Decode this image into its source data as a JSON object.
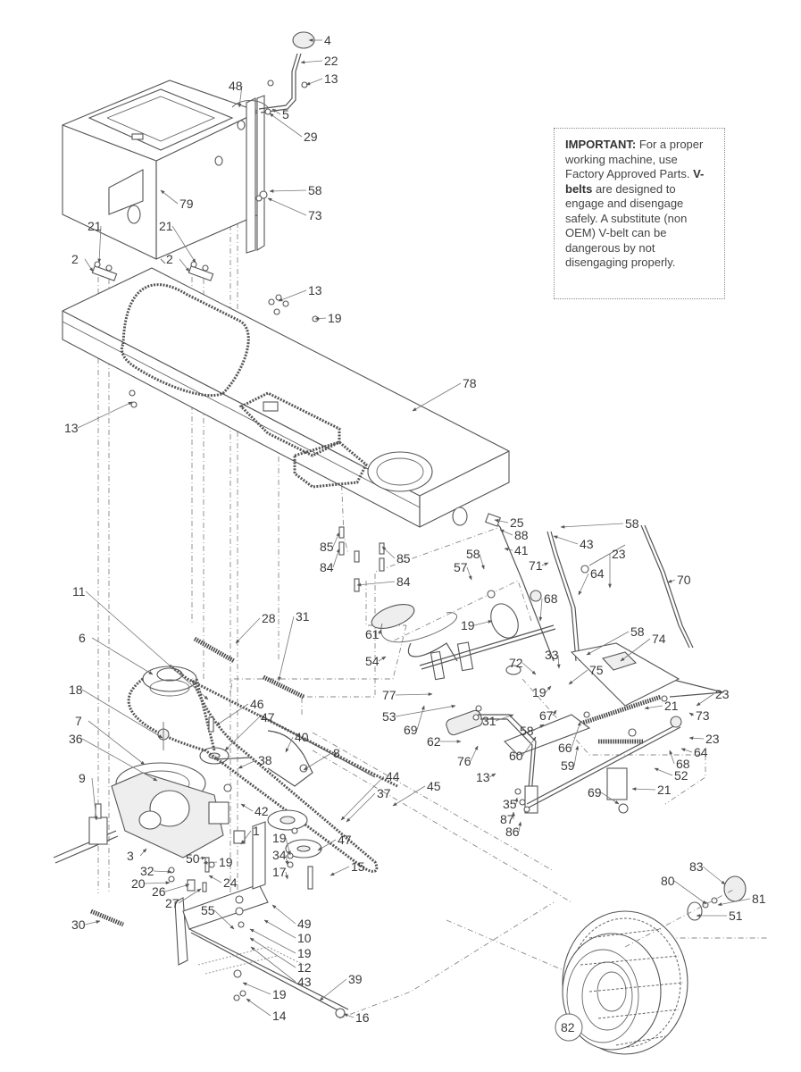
{
  "notice": {
    "heading": "IMPORTANT:",
    "text1": " For a proper working machine, use Factory Approved Parts. ",
    "bold2": "V-belts",
    "text2": " are designed to engage and disengage safely. A substitute (non OEM) V-belt can be dangerous by not disengaging properly."
  },
  "labels": [
    {
      "id": "4",
      "text": "4"
    },
    {
      "id": "22",
      "text": "22"
    },
    {
      "id": "13a",
      "text": "13"
    },
    {
      "id": "48",
      "text": "48"
    },
    {
      "id": "5",
      "text": "5"
    },
    {
      "id": "29",
      "text": "29"
    },
    {
      "id": "58a",
      "text": "58"
    },
    {
      "id": "73a",
      "text": "73"
    },
    {
      "id": "79",
      "text": "79"
    },
    {
      "id": "21a",
      "text": "21"
    },
    {
      "id": "21b",
      "text": "21"
    },
    {
      "id": "2a",
      "text": "2"
    },
    {
      "id": "2b",
      "text": "2"
    },
    {
      "id": "13b",
      "text": "13"
    },
    {
      "id": "19a",
      "text": "19"
    },
    {
      "id": "13c",
      "text": "13"
    },
    {
      "id": "78",
      "text": "78"
    },
    {
      "id": "85a",
      "text": "85"
    },
    {
      "id": "84a",
      "text": "84"
    },
    {
      "id": "85b",
      "text": "85"
    },
    {
      "id": "84b",
      "text": "84"
    },
    {
      "id": "25",
      "text": "25"
    },
    {
      "id": "88",
      "text": "88"
    },
    {
      "id": "41",
      "text": "41"
    },
    {
      "id": "58b",
      "text": "58"
    },
    {
      "id": "57",
      "text": "57"
    },
    {
      "id": "71",
      "text": "71"
    },
    {
      "id": "58c",
      "text": "58"
    },
    {
      "id": "43a",
      "text": "43"
    },
    {
      "id": "23a",
      "text": "23"
    },
    {
      "id": "64a",
      "text": "64"
    },
    {
      "id": "70",
      "text": "70"
    },
    {
      "id": "68a",
      "text": "68"
    },
    {
      "id": "19b",
      "text": "19"
    },
    {
      "id": "61",
      "text": "61"
    },
    {
      "id": "54",
      "text": "54"
    },
    {
      "id": "33",
      "text": "33"
    },
    {
      "id": "58d",
      "text": "58"
    },
    {
      "id": "74",
      "text": "74"
    },
    {
      "id": "72",
      "text": "72"
    },
    {
      "id": "75",
      "text": "75"
    },
    {
      "id": "77",
      "text": "77"
    },
    {
      "id": "53",
      "text": "53"
    },
    {
      "id": "19c",
      "text": "19"
    },
    {
      "id": "23b",
      "text": "23"
    },
    {
      "id": "73b",
      "text": "73"
    },
    {
      "id": "21c",
      "text": "21"
    },
    {
      "id": "23c",
      "text": "23"
    },
    {
      "id": "69a",
      "text": "69"
    },
    {
      "id": "67",
      "text": "67"
    },
    {
      "id": "31a",
      "text": "31"
    },
    {
      "id": "64b",
      "text": "64"
    },
    {
      "id": "68b",
      "text": "68"
    },
    {
      "id": "62",
      "text": "62"
    },
    {
      "id": "58e",
      "text": "58"
    },
    {
      "id": "66",
      "text": "66"
    },
    {
      "id": "52",
      "text": "52"
    },
    {
      "id": "76",
      "text": "76"
    },
    {
      "id": "60",
      "text": "60"
    },
    {
      "id": "59",
      "text": "59"
    },
    {
      "id": "21d",
      "text": "21"
    },
    {
      "id": "13d",
      "text": "13"
    },
    {
      "id": "69b",
      "text": "69"
    },
    {
      "id": "35",
      "text": "35"
    },
    {
      "id": "87",
      "text": "87"
    },
    {
      "id": "86",
      "text": "86"
    },
    {
      "id": "11",
      "text": "11"
    },
    {
      "id": "28",
      "text": "28"
    },
    {
      "id": "6",
      "text": "6"
    },
    {
      "id": "31b",
      "text": "31"
    },
    {
      "id": "18",
      "text": "18"
    },
    {
      "id": "46",
      "text": "46"
    },
    {
      "id": "47a",
      "text": "47"
    },
    {
      "id": "7",
      "text": "7"
    },
    {
      "id": "40",
      "text": "40"
    },
    {
      "id": "36",
      "text": "36"
    },
    {
      "id": "38",
      "text": "38"
    },
    {
      "id": "8",
      "text": "8"
    },
    {
      "id": "44",
      "text": "44"
    },
    {
      "id": "9",
      "text": "9"
    },
    {
      "id": "37",
      "text": "37"
    },
    {
      "id": "45",
      "text": "45"
    },
    {
      "id": "42",
      "text": "42"
    },
    {
      "id": "1",
      "text": "1"
    },
    {
      "id": "47b",
      "text": "47"
    },
    {
      "id": "19d",
      "text": "19"
    },
    {
      "id": "3",
      "text": "3"
    },
    {
      "id": "34",
      "text": "34"
    },
    {
      "id": "50",
      "text": "50"
    },
    {
      "id": "19e",
      "text": "19"
    },
    {
      "id": "15",
      "text": "15"
    },
    {
      "id": "32",
      "text": "32"
    },
    {
      "id": "17",
      "text": "17"
    },
    {
      "id": "20",
      "text": "20"
    },
    {
      "id": "24",
      "text": "24"
    },
    {
      "id": "26",
      "text": "26"
    },
    {
      "id": "27",
      "text": "27"
    },
    {
      "id": "55",
      "text": "55"
    },
    {
      "id": "49",
      "text": "49"
    },
    {
      "id": "30",
      "text": "30"
    },
    {
      "id": "10",
      "text": "10"
    },
    {
      "id": "19f",
      "text": "19"
    },
    {
      "id": "12",
      "text": "12"
    },
    {
      "id": "43b",
      "text": "43"
    },
    {
      "id": "39",
      "text": "39"
    },
    {
      "id": "19g",
      "text": "19"
    },
    {
      "id": "14",
      "text": "14"
    },
    {
      "id": "16",
      "text": "16"
    },
    {
      "id": "83",
      "text": "83"
    },
    {
      "id": "80",
      "text": "80"
    },
    {
      "id": "81",
      "text": "81"
    },
    {
      "id": "51",
      "text": "51"
    },
    {
      "id": "82",
      "text": "82"
    }
  ]
}
